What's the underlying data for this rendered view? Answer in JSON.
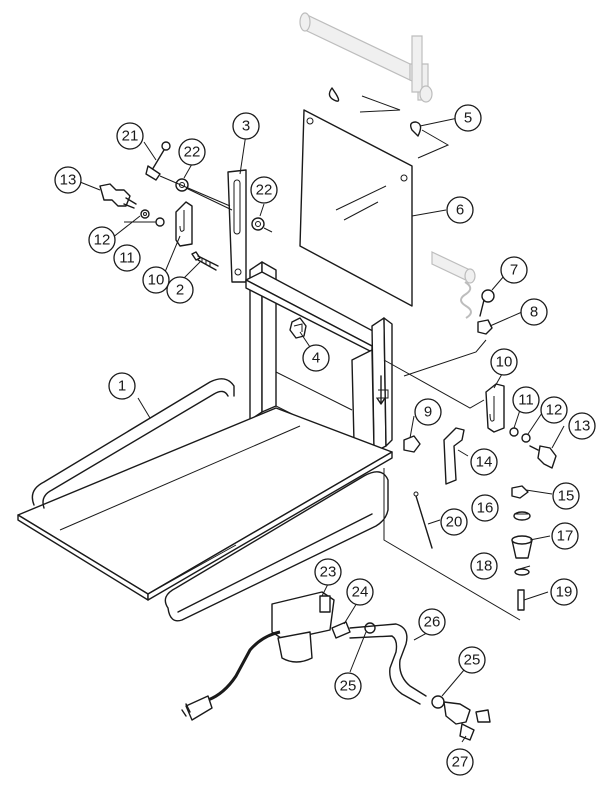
{
  "diagram": {
    "type": "exploded-parts-view",
    "callouts": [
      "1",
      "2",
      "3",
      "4",
      "5",
      "6",
      "7",
      "8",
      "9",
      "10",
      "10",
      "11",
      "11",
      "12",
      "12",
      "13",
      "13",
      "14",
      "15",
      "16",
      "17",
      "18",
      "19",
      "20",
      "21",
      "22",
      "22",
      "23",
      "24",
      "25",
      "25",
      "26",
      "27"
    ]
  },
  "callout_labels": {
    "c1": "1",
    "c2": "2",
    "c3": "3",
    "c4": "4",
    "c5": "5",
    "c6": "6",
    "c7": "7",
    "c8": "8",
    "c9": "9",
    "c10a": "10",
    "c10b": "10",
    "c11a": "11",
    "c11b": "11",
    "c12a": "12",
    "c12b": "12",
    "c13a": "13",
    "c13b": "13",
    "c14": "14",
    "c15": "15",
    "c16": "16",
    "c17": "17",
    "c18": "18",
    "c19": "19",
    "c20": "20",
    "c21": "21",
    "c22a": "22",
    "c22b": "22",
    "c23": "23",
    "c24": "24",
    "c25a": "25",
    "c25b": "25",
    "c26": "26",
    "c27": "27"
  }
}
